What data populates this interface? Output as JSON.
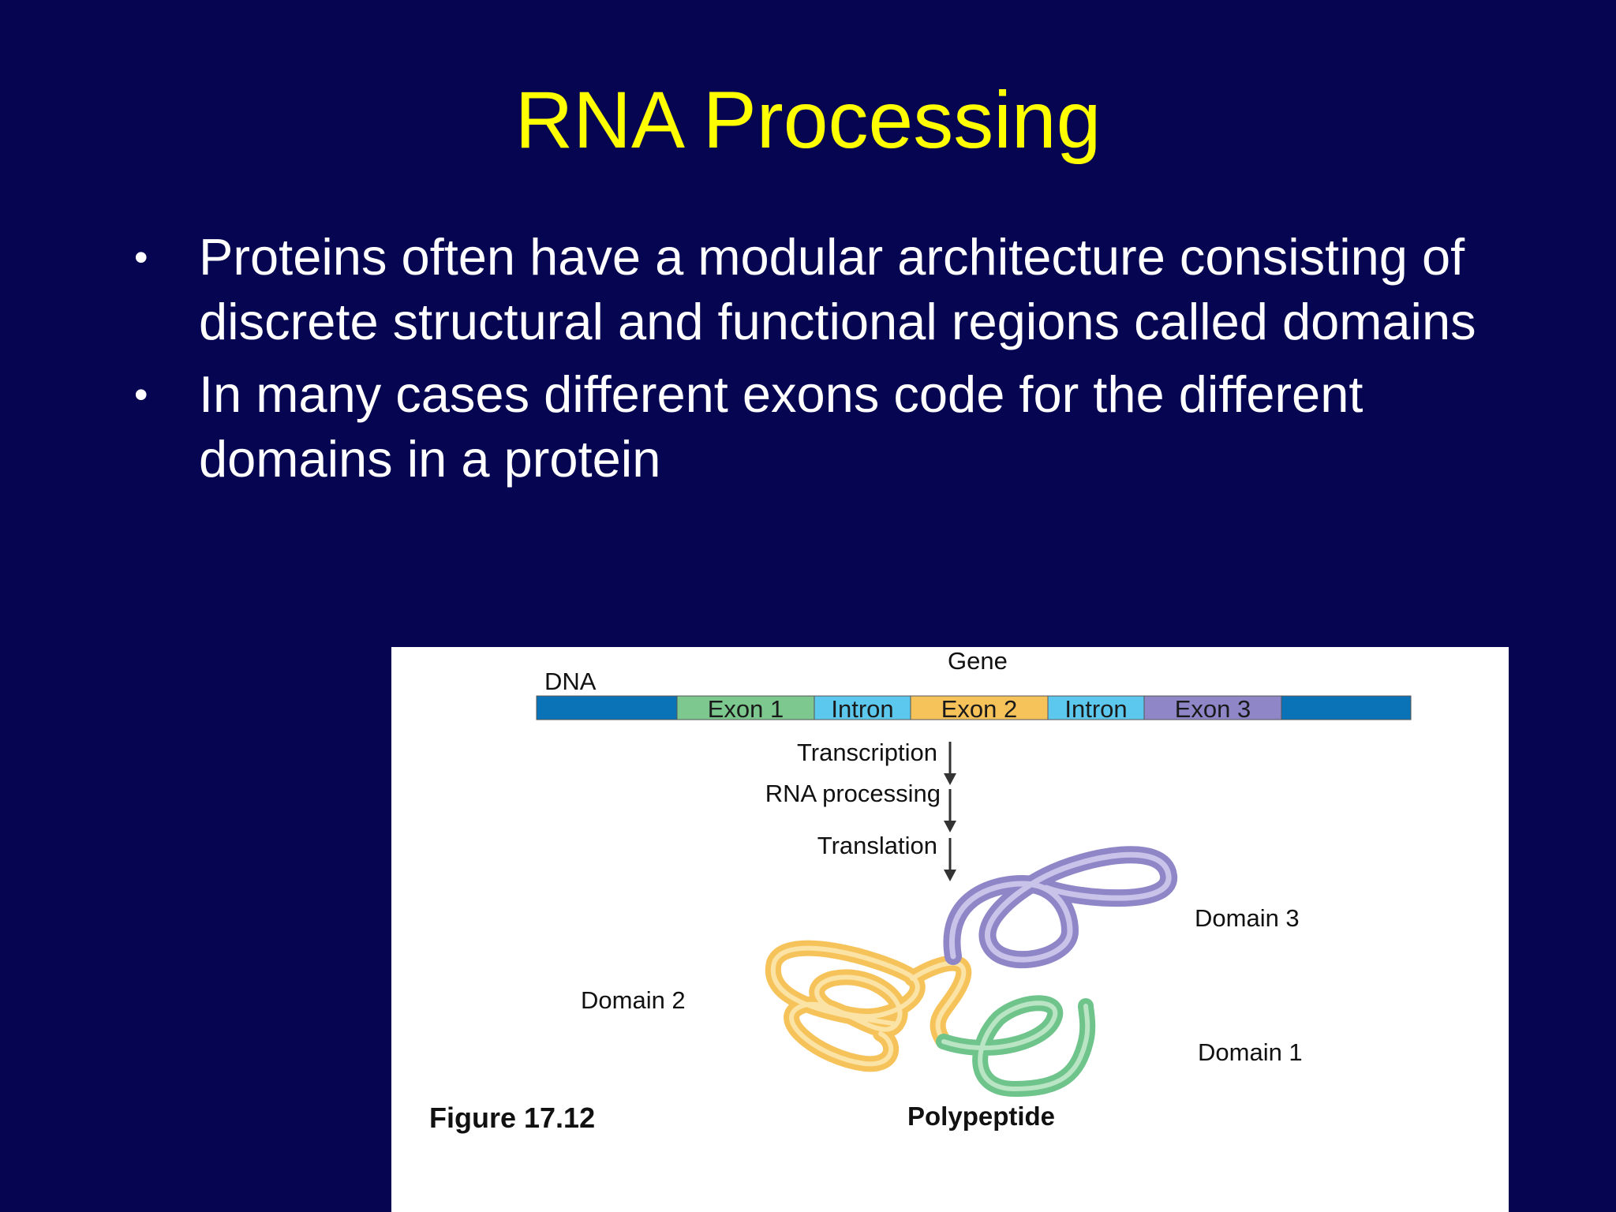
{
  "slide": {
    "title": "RNA Processing",
    "bullets": [
      "Proteins often have a modular architecture consisting of discrete structural and functional regions called domains",
      "In many cases different exons code for the different domains in a protein"
    ],
    "bullet_glyph": "•"
  },
  "figure": {
    "dna_label": "DNA",
    "gene_label": "Gene",
    "segments": [
      {
        "label": "",
        "color": "#0a73b8"
      },
      {
        "label": "Exon 1",
        "color": "#7cc88e"
      },
      {
        "label": "Intron",
        "color": "#5cc8ee"
      },
      {
        "label": "Exon 2",
        "color": "#f6c35a"
      },
      {
        "label": "Intron",
        "color": "#5cc8ee"
      },
      {
        "label": "Exon 3",
        "color": "#8f86c8"
      },
      {
        "label": "",
        "color": "#0a73b8"
      }
    ],
    "steps": [
      "Transcription",
      "RNA processing",
      "Translation"
    ],
    "domains": {
      "domain1": "Domain 1",
      "domain2": "Domain 2",
      "domain3": "Domain 3"
    },
    "polypeptide_label": "Polypeptide",
    "figure_caption": "Figure 17.12",
    "colors": {
      "domain1": "#6ec48a",
      "domain2": "#f6c35a",
      "domain3": "#8f86c8"
    }
  }
}
